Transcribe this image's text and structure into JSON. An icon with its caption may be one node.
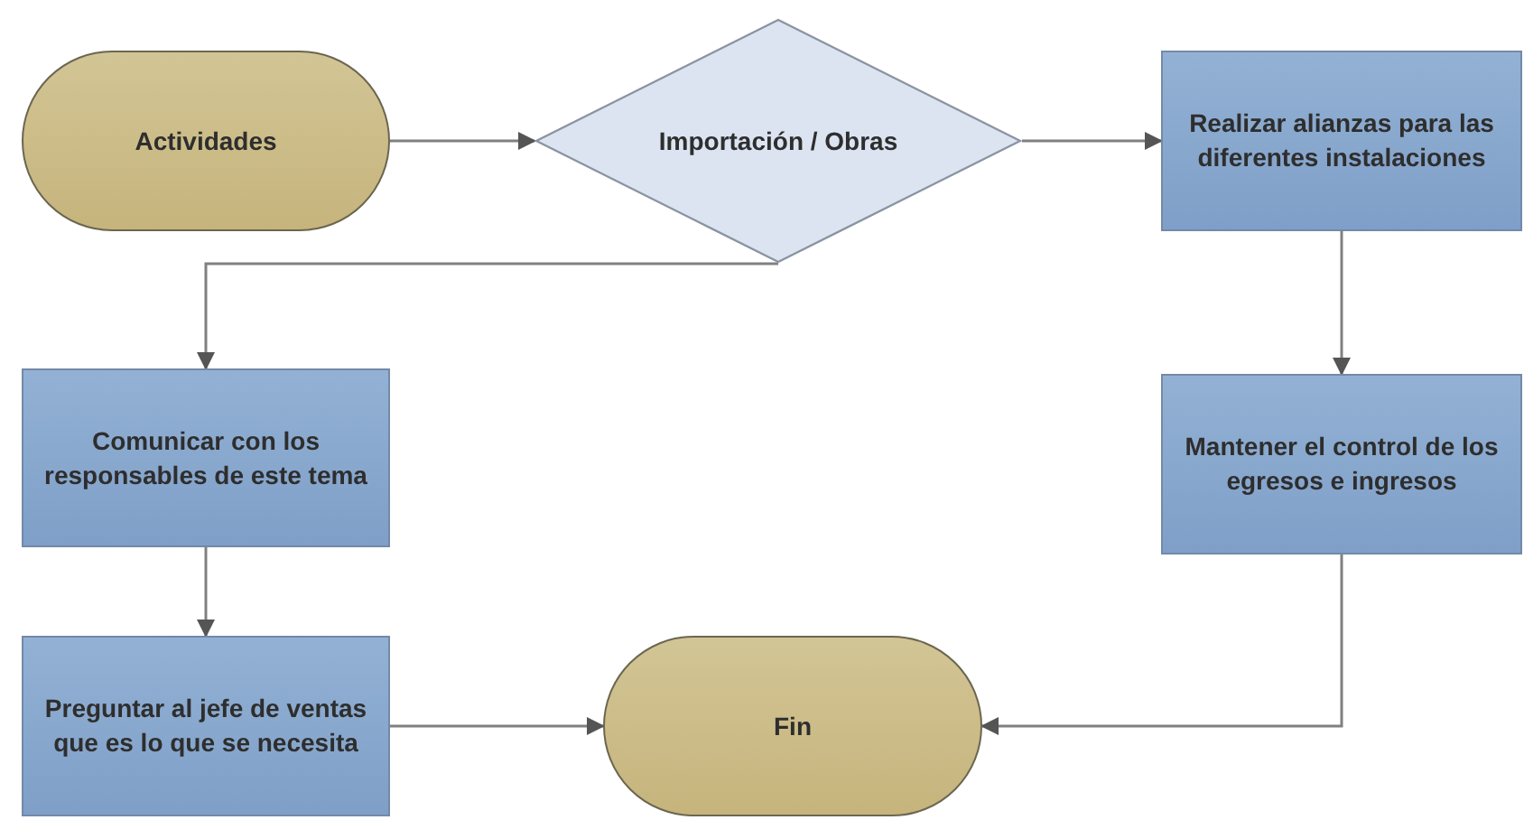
{
  "diagram": {
    "nodes": [
      {
        "text": [
          "Actividades"
        ]
      },
      {
        "text": [
          "Importación / Obras"
        ]
      },
      {
        "text": [
          "Realizar alianzas para las diferentes instalaciones"
        ]
      },
      {
        "text": [
          "Comunicar con los responsables de este tema"
        ]
      },
      {
        "text": [
          "Mantener el control de los egresos e ingresos"
        ]
      },
      {
        "text": [
          "Preguntar al jefe de ventas que es lo que se necesita"
        ]
      },
      {
        "text": [
          "Fin"
        ]
      }
    ],
    "edges": [
      {
        "from": 0,
        "to": 1,
        "arrow": "to"
      },
      {
        "from": 1,
        "to": 2,
        "arrow": "to"
      },
      {
        "from": 1,
        "to": 3,
        "arrow": "to"
      },
      {
        "from": 2,
        "to": 4,
        "arrow": "to"
      },
      {
        "from": 3,
        "to": 5,
        "arrow": "to"
      },
      {
        "from": 5,
        "to": 6,
        "arrow": "to"
      },
      {
        "from": 4,
        "to": 6,
        "arrow": "to"
      }
    ]
  }
}
